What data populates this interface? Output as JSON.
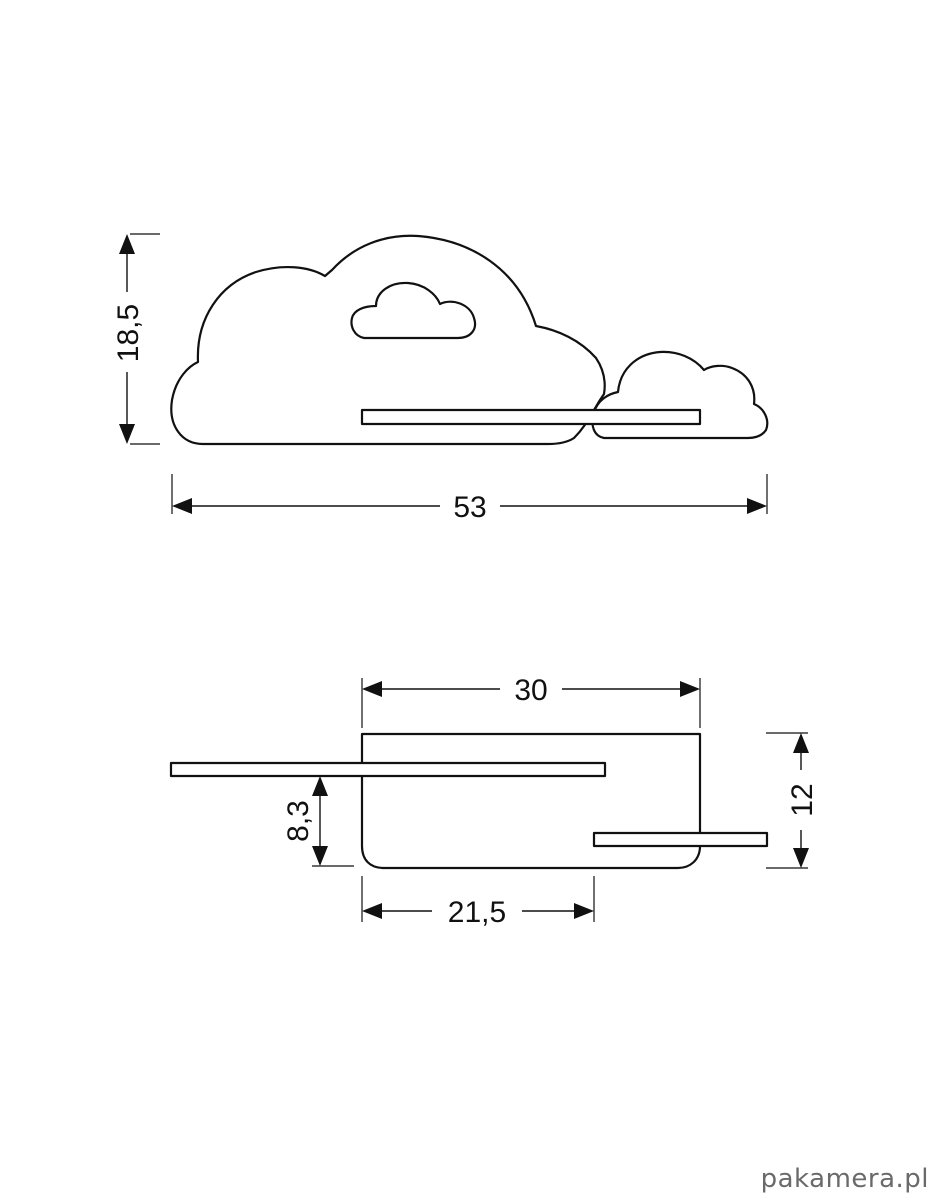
{
  "dimensions": {
    "front_height": "18,5",
    "front_width": "53",
    "top_width": "30",
    "shelf_height": "8,3",
    "top_depth": "12",
    "bottom_width": "21,5"
  },
  "watermark": "pakamera.pl",
  "colors": {
    "line": "#111111",
    "background": "#ffffff",
    "watermark": "#6a6a6a"
  }
}
